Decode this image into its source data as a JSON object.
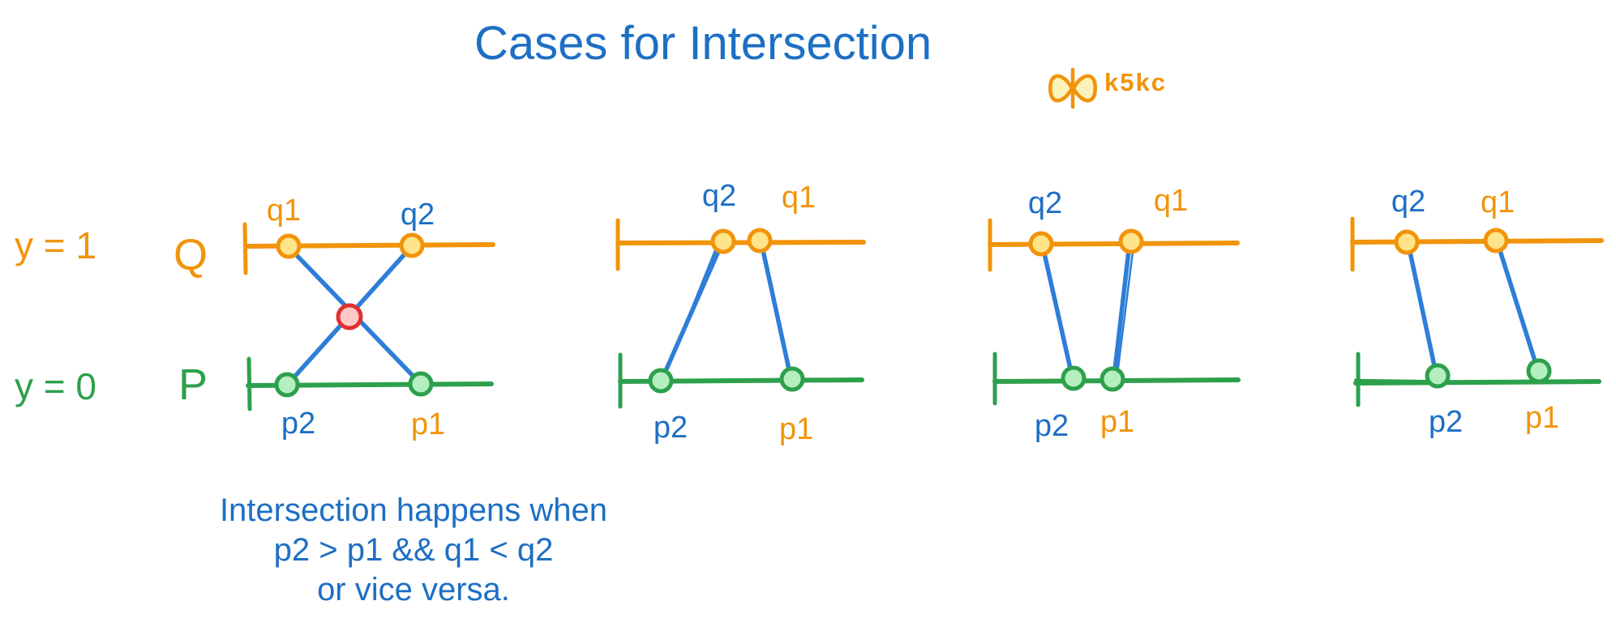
{
  "title": {
    "text": "Cases for Intersection"
  },
  "logo": {
    "icon": "bowtie-icon",
    "text": "k5kc"
  },
  "axes": {
    "y1_label": "y = 1",
    "y0_label": "y = 0",
    "q_line_name": "Q",
    "p_line_name": "P"
  },
  "cases": [
    {
      "q_left": "q1",
      "q_right": "q2",
      "p_left": "p2",
      "p_right": "p1"
    },
    {
      "q_left": "q2",
      "q_right": "q1",
      "p_left": "p2",
      "p_right": "p1"
    },
    {
      "q_left": "q2",
      "q_right": "q1",
      "p_left": "p2",
      "p_right": "p1"
    },
    {
      "q_left": "q2",
      "q_right": "q1",
      "p_left": "p2",
      "p_right": "p1"
    }
  ],
  "note": {
    "line1": "Intersection happens when",
    "line2": "p2 > p1 && q1 < q2",
    "line3": "or vice versa."
  },
  "colors": {
    "title_blue": "#1d6fc4",
    "label_blue": "#1d6fc4",
    "segment_blue": "#2e7ed8",
    "orange": "#f1940b",
    "orange_dot_fill": "#ffe48a",
    "green": "#2da04c",
    "green_dot_fill": "#b5efc0",
    "red": "#e03131",
    "red_dot_fill": "#ffc9c9",
    "logo_lobe_fill": "#fcf3bb",
    "background": "#ffffff"
  }
}
